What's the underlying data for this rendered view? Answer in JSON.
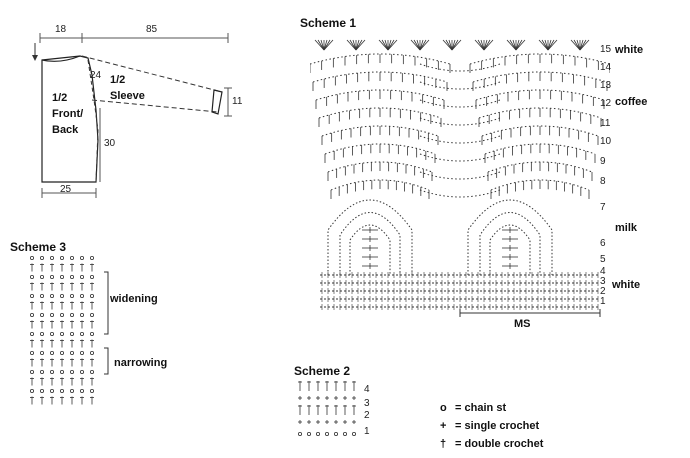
{
  "schematic": {
    "dim_top_left": "18",
    "dim_top_right": "85",
    "dim_armhole": "24",
    "dim_cuff": "11",
    "dim_side": "30",
    "dim_bottom": "25",
    "front_back_label": "1/2\nFront/\nBack",
    "sleeve_label": "1/2\nSleeve"
  },
  "scheme1": {
    "title": "Scheme 1",
    "row_numbers": [
      "15",
      "14",
      "13",
      "12",
      "11",
      "10",
      "9",
      "8",
      "7",
      "6",
      "5",
      "4",
      "3",
      "2",
      "1"
    ],
    "color_labels": {
      "white_top": "white",
      "coffee": "coffee",
      "milk": "milk",
      "white_bottom": "white"
    },
    "ms_label": "MS"
  },
  "scheme3": {
    "title": "Scheme 3",
    "widening_label": "widening",
    "narrowing_label": "narrowing"
  },
  "scheme2": {
    "title": "Scheme 2",
    "row_numbers": [
      "4",
      "3",
      "2",
      "1"
    ]
  },
  "legend": {
    "items": [
      {
        "symbol": "o",
        "equals": "=",
        "text": "chain st"
      },
      {
        "symbol": "+",
        "equals": "=",
        "text": "single crochet"
      },
      {
        "symbol": "†",
        "equals": "=",
        "text": "double crochet"
      }
    ]
  }
}
